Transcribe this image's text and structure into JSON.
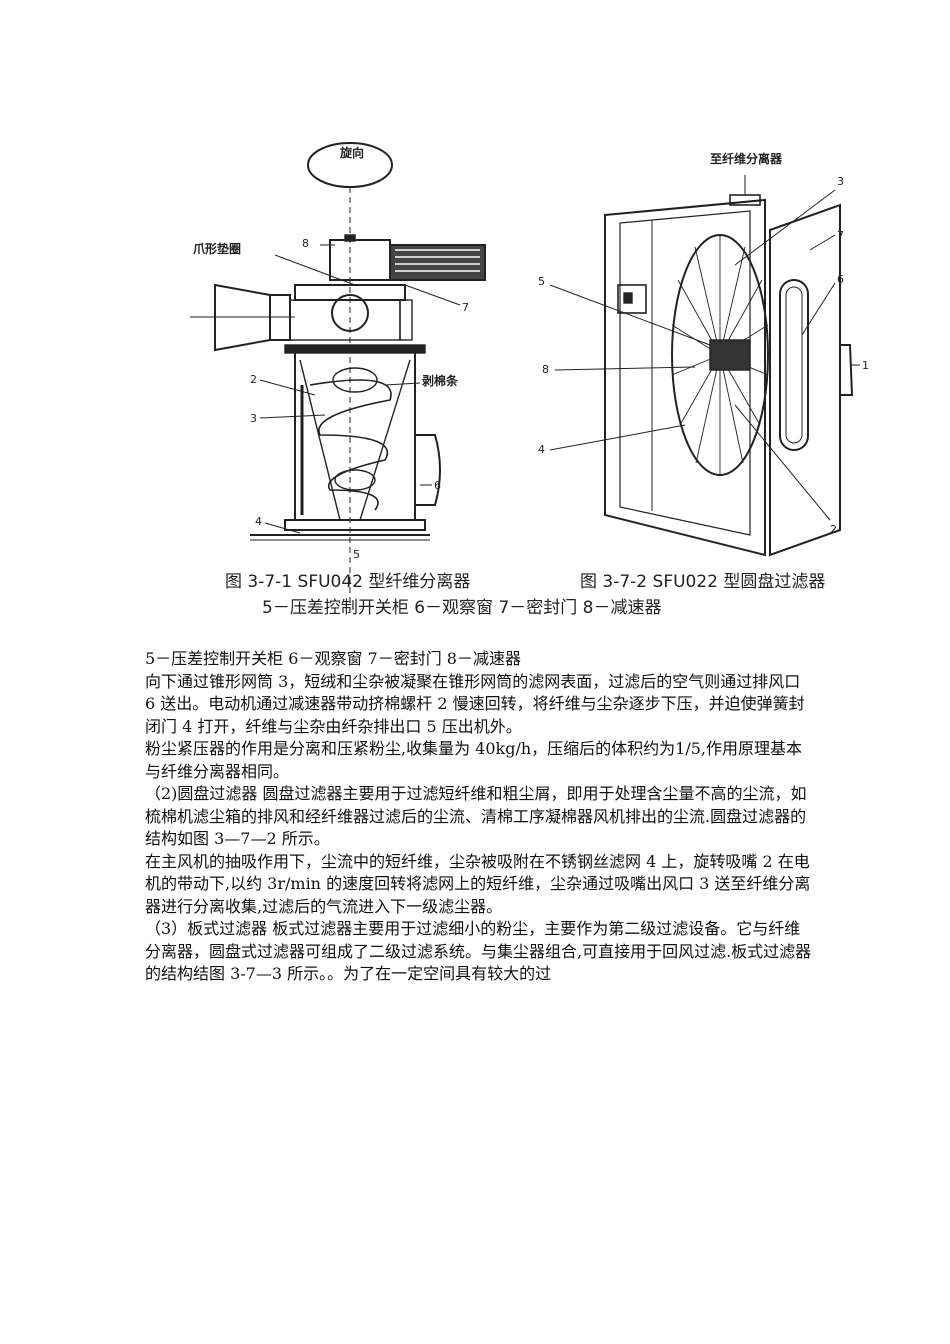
{
  "figure": {
    "left": {
      "caption": "图 3-7-1   SFU042 型纤维分离器",
      "label_rotation": "旋向",
      "label_claw": "爪形垫圈",
      "label_strip": "剥棉条",
      "numbers": [
        "8",
        "7",
        "2",
        "3",
        "6",
        "4",
        "5"
      ]
    },
    "right": {
      "caption": "图 3-7-2   SFU022 型圆盘过滤器",
      "label_top": "至纤维分离器",
      "numbers": [
        "3",
        "7",
        "6",
        "5",
        "1",
        "8",
        "4",
        "2"
      ]
    },
    "legend": "5－压差控制开关柜    6－观察窗    7－密封门    8－减速器"
  },
  "body": {
    "legend_line": "5－压差控制开关柜     6－观察窗   7－密封门     8－减速器",
    "p1": "向下通过锥形网筒 3，短绒和尘杂被凝聚在锥形网筒的滤网表面，过滤后的空气则通过排风口 6 送出。电动机通过减速器带动挤棉螺杆 2 慢速回转，将纤维与尘杂逐步下压，并迫使弹簧封闭门 4 打开，纤维与尘杂由纤杂排出口 5 压出机外。",
    "p2": "粉尘紧压器的作用是分离和压紧粉尘,收集量为 40kg/h，压缩后的体积约为1/5,作用原理基本与纤维分离器相同。",
    "p3": "（2)圆盘过滤器    圆盘过滤器主要用于过滤短纤维和粗尘屑，即用于处理含尘量不高的尘流，如梳棉机滤尘箱的排风和经纤维器过滤后的尘流、清棉工序凝棉器风机排出的尘流.圆盘过滤器的结构如图 3—7—2 所示。",
    "p4": "在主风机的抽吸作用下，尘流中的短纤维，尘杂被吸附在不锈钢丝滤网 4 上，旋转吸嘴 2 在电机的带动下,以约 3r/min 的速度回转将滤网上的短纤维，尘杂通过吸嘴出风口 3 送至纤维分离器进行分离收集,过滤后的气流进入下一级滤尘器。",
    "p5": "（3）板式过滤器    板式过滤器主要用于过滤细小的粉尘，主要作为第二级过滤设备。它与纤维分离器，圆盘式过滤器可组成了二级过滤系统。与集尘器组合,可直接用于回风过滤.板式过滤器的结构结图 3-7—3 所示。。为了在一定空间具有较大的过"
  }
}
